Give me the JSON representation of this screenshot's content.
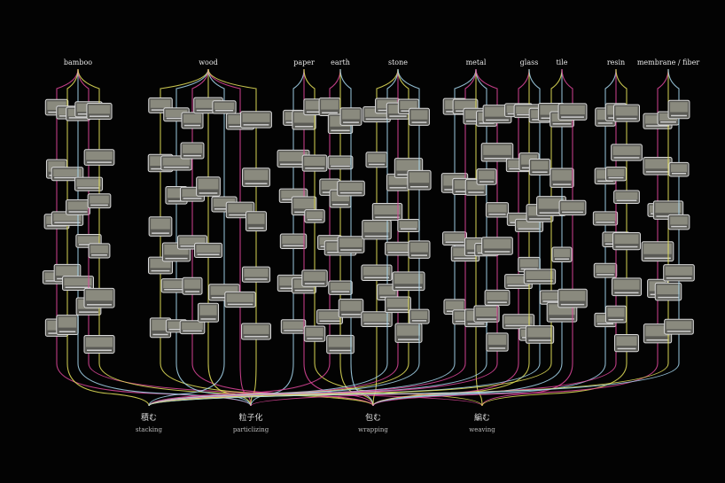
{
  "materials": [
    "bamboo",
    "wood",
    "paper",
    "earth",
    "stone",
    "metal",
    "glass",
    "tile",
    "resin",
    "membrane / fiber"
  ],
  "techniques": [
    {
      "jp": "積む",
      "en": "stacking"
    },
    {
      "jp": "粒子化",
      "en": "particlizing"
    },
    {
      "jp": "包む",
      "en": "wrapping"
    },
    {
      "jp": "編む",
      "en": "weaving"
    }
  ],
  "colors": {
    "pink": "#e0489c",
    "yellow": "#e6e35a",
    "lightblue": "#a7d8f0",
    "background": "#030303"
  }
}
